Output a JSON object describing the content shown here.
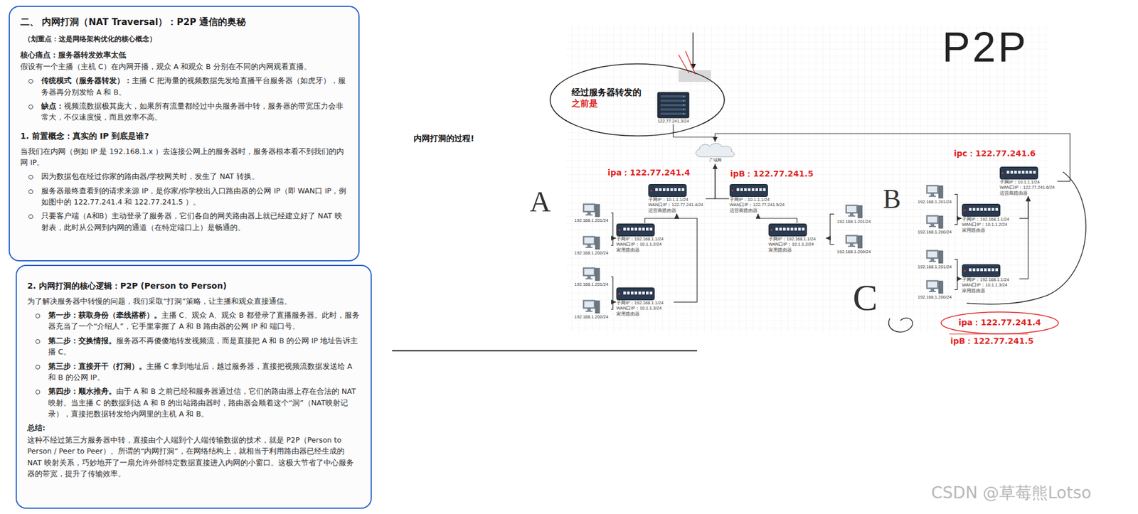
{
  "diagram": {
    "nodes": [
      {
        "text": [
          "二、 内网打洞（NAT Traversal）：P2P 通信的奥秘",
          "（划重点：这是网络架构优化的核心概念）",
          "核心痛点：服务器转发效率太低",
          "假设有一个主播（主机 C）在内网开播，观众 A 和观众 B 分别在不同的内网观看直播。",
          "传统模式（服务器转发）：",
          "主播 C 把海量的视频数据先发给直播平台服务器（如虎牙），服务器再分别发给 A 和 B。",
          "缺点：",
          "视频流数据极其庞大，如果所有流量都经过中央服务器中转，服务器的带宽压力会非常大，不仅速度慢，而且效率不高。",
          "1. 前置概念：真实的 IP 到底是谁?",
          "当我们在内网（例如 IP 是 192.168.1.x ）去连接公网上的服务器时，服务器根本看不到我们的内网 IP。",
          "因为数据包在经过你家的路由器/学校网关时，发生了 NAT 转换。",
          "服务器最终查看到的请求来源 IP，是你家/你学校出入口路由器的公网 IP（即 WAN口 IP，例如图中的 122.77.241.4 和 122.77.241.5 ）。",
          "只要客户端（A和B）主动登录了服务器，它们各自的网关路由器上就已经建立好了 NAT 映射表，此时从公网到内网的通道（在特定端口上）是畅通的。"
        ]
      },
      {
        "text": [
          "2. 内网打洞的核心逻辑：P2P (Person to Person)",
          "为了解决服务器中转慢的问题，我们采取“打洞”策略，让主播和观众直接通信。",
          "第一步：获取身份（牵线搭桥）。",
          "主播 C、观众 A、观众 B 都登录了直播服务器。此时，服务器充当了一个“介绍人”，它手里掌握了 A 和 B 路由器的公网 IP 和 端口号。",
          "第二步：交换情报。",
          "服务器不再傻傻地转发视频流，而是直接把 A 和 B 的公网 IP 地址告诉主播 C。",
          "第三步：直接开干（打洞）。",
          "主播 C 拿到地址后，越过服务器，直接把视频流数据发送给 A 和 B 的公网 IP。",
          "第四步：顺水推舟。",
          "由于 A 和 B 之前已经和服务器通过信，它们的路由器上存在合法的 NAT 映射。当主播 C 的数据到达 A 和 B 的出站路由器时，路由器会顺着这个“洞”（NAT映射记录），直接把数据转发给内网里的主机 A 和 B。",
          "总结:",
          "这种不经过第三方服务器中转，直接由个人端到个人端传输数据的技术，就是 P2P（Person to Person / Peer to Peer）。所谓的“内网打洞”，在网络结构上，就相当于利用路由器已经生成的 NAT 映射关系，巧妙地开了一扇允许外部特定数据直接进入内网的小窗口。这极大节省了中心服务器的带宽，提升了传输效率。"
        ]
      },
      {
        "text": [
          "经过服务器转发的",
          "之前是"
        ]
      },
      {
        "text": [
          "122.77.241.3/24"
        ],
        "in": 2
      },
      {
        "text": [
          "广域网"
        ]
      },
      {
        "text": [
          "子网IP：10.1.1.1/24",
          "WAN口IP：122.77.241.4/24",
          "运营商路由器"
        ]
      },
      {
        "text": [
          "子网IP：10.1.1.1/24",
          "WAN口IP：122.77.241.5/24",
          "运营商路由器"
        ]
      },
      {
        "text": [
          "子网IP：10.1.1.1/24",
          "WAN口IP：122.77.241.6/24",
          "运营商路由器"
        ]
      },
      {
        "text": [
          "子网IP：192.168.1.1/24",
          "WAN口IP：10.1.1.2/24",
          "家用路由器"
        ]
      },
      {
        "text": [
          "子网IP：192.168.1.1/24",
          "WAN口IP：10.1.1.3/24",
          "家用路由器"
        ]
      },
      {
        "text": [
          "子网IP：192.168.1.1/24",
          "WAN口IP：10.1.1.2/24",
          "家用路由器"
        ]
      },
      {
        "text": [
          "子网IP：192.168.1.1/24",
          "WAN口IP：10.1.1.2/24",
          "家用路由器"
        ]
      },
      {
        "text": [
          "子网IP：192.168.1.1/24",
          "WAN口IP：10.1.1.3/24",
          "家用路由器"
        ]
      },
      {
        "text": [
          "192.168.1.201/24"
        ]
      },
      {
        "text": [
          "192.168.1.200/24"
        ]
      },
      {
        "text": [
          "192.168.1.201/24"
        ]
      },
      {
        "text": [
          "192.168.1.200/24"
        ]
      },
      {
        "text": [
          "192.168.1.201/24"
        ]
      },
      {
        "text": [
          "192.168.1.200/24"
        ]
      },
      {
        "text": [
          "192.168.1.201/24"
        ]
      },
      {
        "text": [
          "192.168.1.200/24"
        ]
      },
      {
        "text": [
          "192.168.1.201/24"
        ]
      },
      {
        "text": [
          "192.168.1.200/24"
        ]
      },
      {
        "text": [
          "ipa：122.77.241.4"
        ]
      }
    ],
    "edges": [
      {
        "from": 3,
        "to": 4,
        "arrow": "to"
      },
      {
        "from": 5,
        "to": 4,
        "arrow": "to"
      },
      {
        "from": 6,
        "to": 4,
        "arrow": "to"
      },
      {
        "from": 7,
        "to": 4,
        "arrow": "to"
      },
      {
        "from": 8,
        "to": 5,
        "arrow": "to"
      },
      {
        "from": 9,
        "to": 5,
        "arrow": "to"
      },
      {
        "from": 10,
        "to": 6,
        "arrow": "to"
      },
      {
        "from": 11,
        "to": 7,
        "arrow": "to"
      },
      {
        "from": 12,
        "to": 7,
        "arrow": "to"
      },
      {
        "from": 13,
        "to": 8,
        "arrow": "to"
      },
      {
        "from": 14,
        "to": 8,
        "arrow": "to"
      },
      {
        "from": 15,
        "to": 9,
        "arrow": "to"
      },
      {
        "from": 16,
        "to": 9,
        "arrow": "to"
      },
      {
        "from": 17,
        "to": 10,
        "arrow": "to"
      },
      {
        "from": 18,
        "to": 10,
        "arrow": "to"
      },
      {
        "from": 19,
        "to": 11,
        "arrow": "to"
      },
      {
        "from": 20,
        "to": 11,
        "arrow": "to"
      },
      {
        "from": 21,
        "to": 12,
        "arrow": "to"
      },
      {
        "from": 22,
        "to": 12,
        "arrow": "to"
      }
    ],
    "labels": [
      "内网打洞的过程!",
      "P2P",
      "ipa：122.77.241.4",
      "ipB：122.77.241.5",
      "ipc：122.77.241.6",
      "A",
      "B",
      "C",
      "ipB：122.77.241.5",
      "CSDN @草莓熊Lotso"
    ]
  }
}
